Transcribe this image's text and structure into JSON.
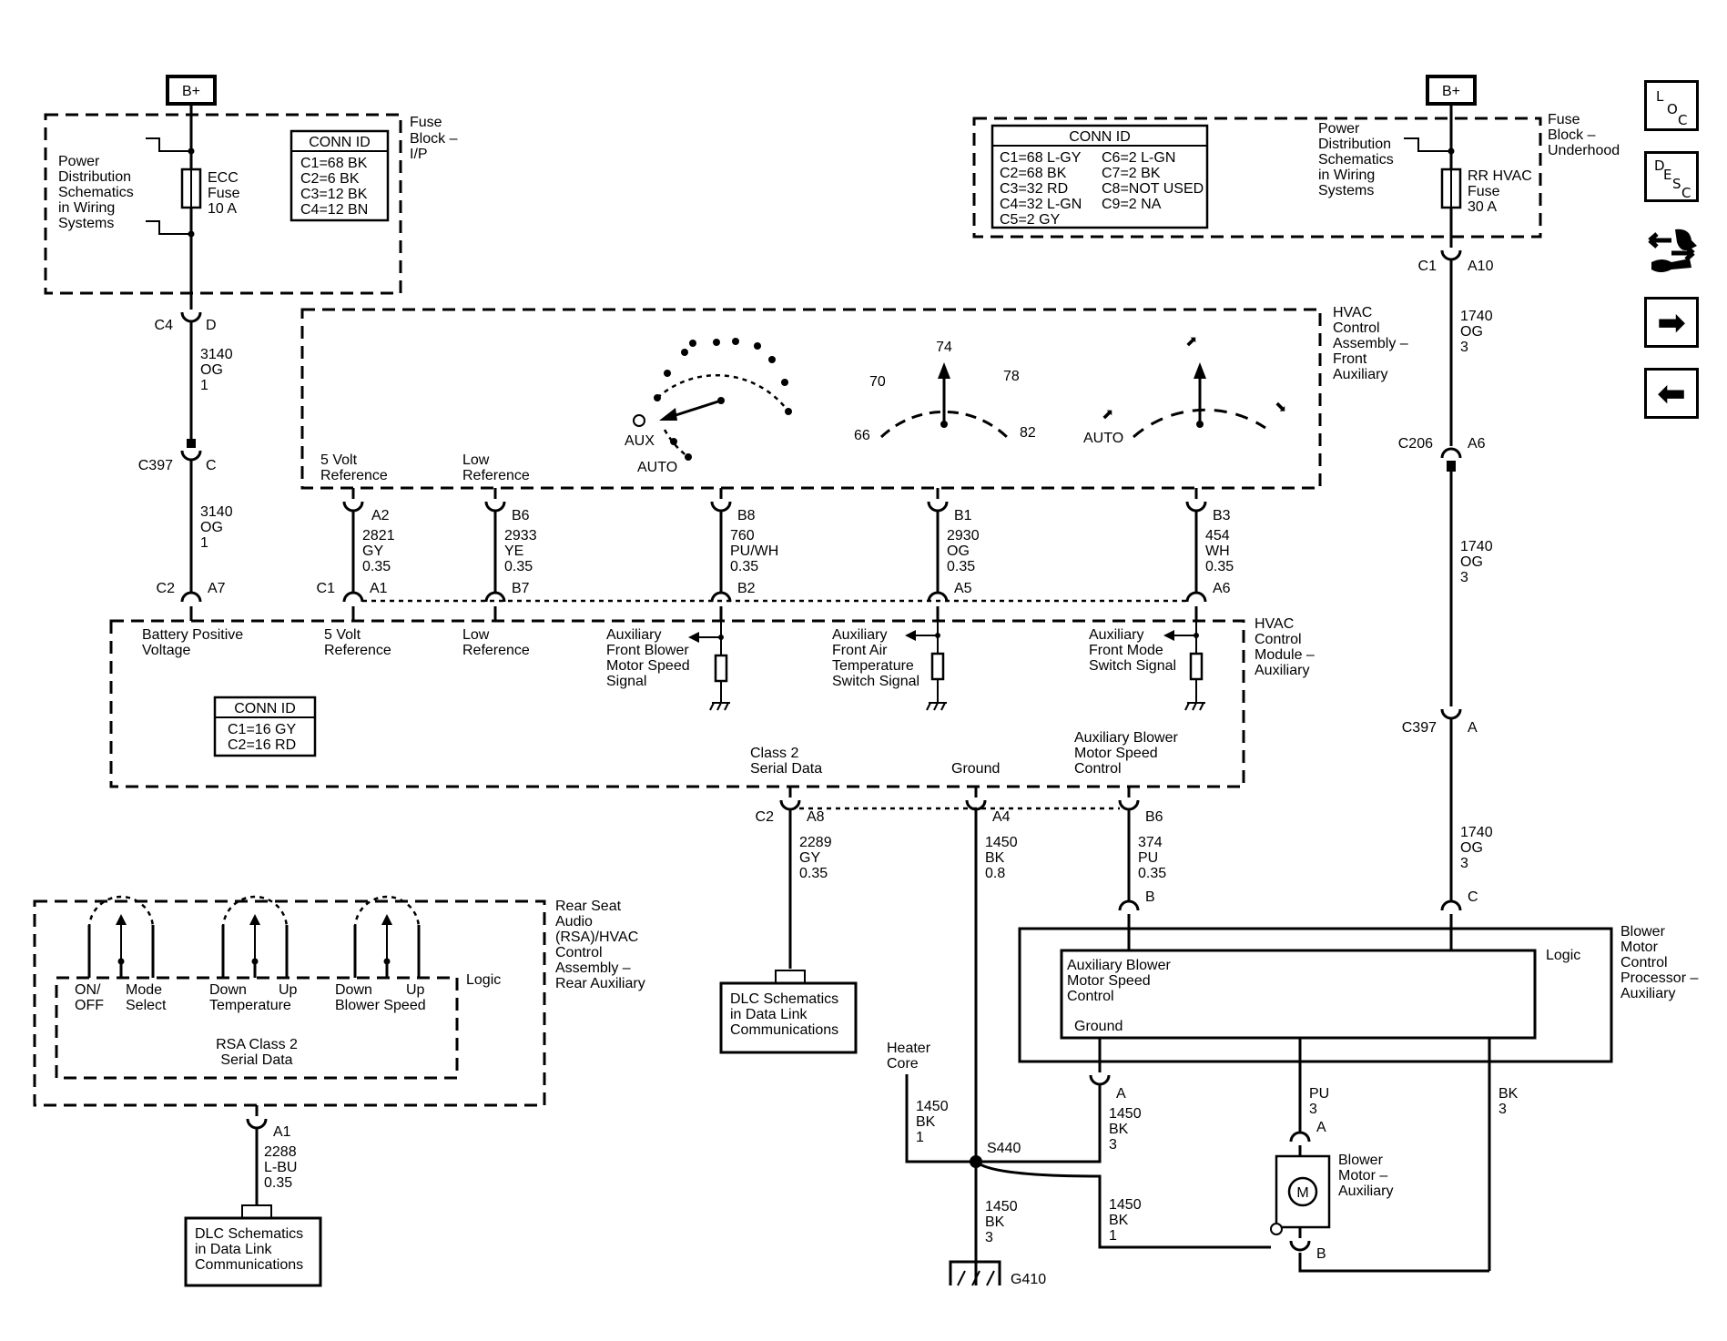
{
  "bplus": "B+",
  "fuse_ip": {
    "title": [
      "Fuse",
      "Block –",
      "I/P"
    ],
    "power_dist": [
      "Power",
      "Distribution",
      "Schematics",
      "in Wiring",
      "Systems"
    ],
    "fuse": [
      "ECC",
      "Fuse",
      "10 A"
    ],
    "conn_title": "CONN ID",
    "conn_rows": [
      "C1=68 BK",
      "C2=6 BK",
      "C3=12 BK",
      "C4=12 BN"
    ]
  },
  "fuse_uh": {
    "title": [
      "Fuse",
      "Block –",
      "Underhood"
    ],
    "power_dist": [
      "Power",
      "Distribution",
      "Schematics",
      "in Wiring",
      "Systems"
    ],
    "fuse": [
      "RR HVAC",
      "Fuse",
      "30 A"
    ],
    "conn_title": "CONN ID",
    "conn_left": [
      "C1=68 L-GY",
      "C2=68 BK",
      "C3=32 RD",
      "C4=32 L-GN",
      "C5=2 GY"
    ],
    "conn_right": [
      "C6=2 L-GN",
      "C7=2 BK",
      "C8=NOT USED",
      "C9=2 NA"
    ]
  },
  "hvac_front": {
    "title": [
      "HVAC",
      "Control",
      "Assembly –",
      "Front",
      "Auxiliary"
    ],
    "ref5v": [
      "5 Volt",
      "Reference"
    ],
    "lowref": [
      "Low",
      "Reference"
    ],
    "aux": "AUX",
    "auto1": "AUTO",
    "temps": [
      "74",
      "70",
      "78",
      "66",
      "82"
    ],
    "auto2": "AUTO"
  },
  "module": {
    "title": [
      "HVAC",
      "Control",
      "Module –",
      "Auxiliary"
    ],
    "batt": [
      "Battery Positive",
      "Voltage"
    ],
    "ref5v": [
      "5 Volt",
      "Reference"
    ],
    "lowref": [
      "Low",
      "Reference"
    ],
    "blower_sig": [
      "Auxiliary",
      "Front Blower",
      "Motor Speed",
      "Signal"
    ],
    "temp_sig": [
      "Auxiliary",
      "Front Air",
      "Temperature",
      "Switch Signal"
    ],
    "mode_sig": [
      "Auxiliary",
      "Front Mode",
      "Switch Signal"
    ],
    "conn_title": "CONN ID",
    "conn_rows": [
      "C1=16 GY",
      "C2=16 RD"
    ],
    "class2": [
      "Class 2",
      "Serial Data"
    ],
    "ground": "Ground",
    "blower_ctrl": [
      "Auxiliary Blower",
      "Motor Speed",
      "Control"
    ]
  },
  "rsa": {
    "title": [
      "Rear Seat",
      "Audio",
      "(RSA)/HVAC",
      "Control",
      "Assembly –",
      "Rear Auxiliary"
    ],
    "logic": "Logic",
    "onoff": [
      "ON/",
      "OFF"
    ],
    "mode": [
      "Mode",
      "Select"
    ],
    "down1": "Down",
    "up1": "Up",
    "temperature": "Temperature",
    "down2": "Down",
    "up2": "Up",
    "blower_speed": "Blower Speed",
    "serial": [
      "RSA Class 2",
      "Serial Data"
    ]
  },
  "dlc1": [
    "DLC Schematics",
    "in Data Link",
    "Communications"
  ],
  "dlc2": [
    "DLC Schematics",
    "in Data Link",
    "Communications"
  ],
  "bmcp": {
    "title": [
      "Blower",
      "Motor",
      "Control",
      "Processor –",
      "Auxiliary"
    ],
    "logic": "Logic",
    "inner": [
      "Auxiliary Blower",
      "Motor Speed",
      "Control"
    ],
    "ground": "Ground"
  },
  "motor": {
    "title": [
      "Blower",
      "Motor –",
      "Auxiliary"
    ],
    "symbol": "M"
  },
  "heater_core": [
    "Heater",
    "Core"
  ],
  "wires": {
    "w3140a": [
      "3140",
      "OG",
      "1"
    ],
    "w3140b": [
      "3140",
      "OG",
      "1"
    ],
    "w2821": [
      "2821",
      "GY",
      "0.35"
    ],
    "w2933": [
      "2933",
      "YE",
      "0.35"
    ],
    "w760": [
      "760",
      "PU/WH",
      "0.35"
    ],
    "w2930": [
      "2930",
      "OG",
      "0.35"
    ],
    "w454": [
      "454",
      "WH",
      "0.35"
    ],
    "w1740a": [
      "1740",
      "OG",
      "3"
    ],
    "w1740b": [
      "1740",
      "OG",
      "3"
    ],
    "w1740c": [
      "1740",
      "OG",
      "3"
    ],
    "w2289": [
      "2289",
      "GY",
      "0.35"
    ],
    "w1450a": [
      "1450",
      "BK",
      "0.8"
    ],
    "w374": [
      "374",
      "PU",
      "0.35"
    ],
    "w2288": [
      "2288",
      "L-BU",
      "0.35"
    ],
    "w1450hc": [
      "1450",
      "BK",
      "1"
    ],
    "w1450a3": [
      "1450",
      "BK",
      "3"
    ],
    "w1450g": [
      "1450",
      "BK",
      "3"
    ],
    "w1450m": [
      "1450",
      "BK",
      "1"
    ],
    "pu3": [
      "PU",
      "3"
    ],
    "bk3": [
      "BK",
      "3"
    ]
  },
  "conn_labels": {
    "c4": "C4",
    "d": "D",
    "c397a": "C397",
    "c": "C",
    "c2a": "C2",
    "a7": "A7",
    "a2": "A2",
    "c1a": "C1",
    "a1a": "A1",
    "b6a": "B6",
    "b7": "B7",
    "b8": "B8",
    "b2": "B2",
    "b1": "B1",
    "a5": "A5",
    "b3": "B3",
    "a6a": "A6",
    "c1b": "C1",
    "a10": "A10",
    "c206": "C206",
    "a6b": "A6",
    "c397b": "C397",
    "a_c397": "A",
    "b_bmcp": "B",
    "c_bmcp": "C",
    "c2b": "C2",
    "a8": "A8",
    "a4": "A4",
    "b6b": "B6",
    "a1b": "A1",
    "a_gnd": "A",
    "a_motor": "A",
    "b_motor": "B",
    "s440": "S440",
    "g410": "G410"
  },
  "nav": {
    "loc": [
      "L",
      "O",
      "C"
    ],
    "desc": [
      "D",
      "E",
      "S",
      "C"
    ],
    "next": "➡",
    "prev": "⬅"
  }
}
